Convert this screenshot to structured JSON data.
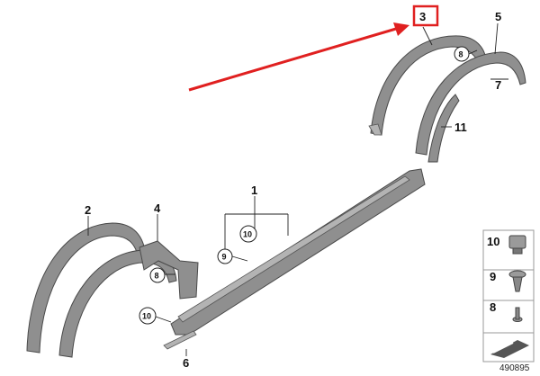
{
  "diagram": {
    "callouts": {
      "c1": "1",
      "c2": "2",
      "c3": "3",
      "c4": "4",
      "c5": "5",
      "c6": "6",
      "c7": "7",
      "c8a": "8",
      "c8b": "8",
      "c9": "9",
      "c10a": "10",
      "c10b": "10",
      "c11": "11"
    },
    "highlight": {
      "part": "3",
      "box_color": "#e02020",
      "arrow_color": "#e02020"
    },
    "legend": {
      "items": [
        {
          "number": "10",
          "icon": "clip-nut-icon"
        },
        {
          "number": "9",
          "icon": "expanding-rivet-icon"
        },
        {
          "number": "8",
          "icon": "screw-icon"
        },
        {
          "number": "",
          "icon": "trim-corner-icon"
        }
      ]
    },
    "reference_code": "490895",
    "colors": {
      "part_fill": "#8f8f8f",
      "outline": "#4a4a4a"
    }
  }
}
